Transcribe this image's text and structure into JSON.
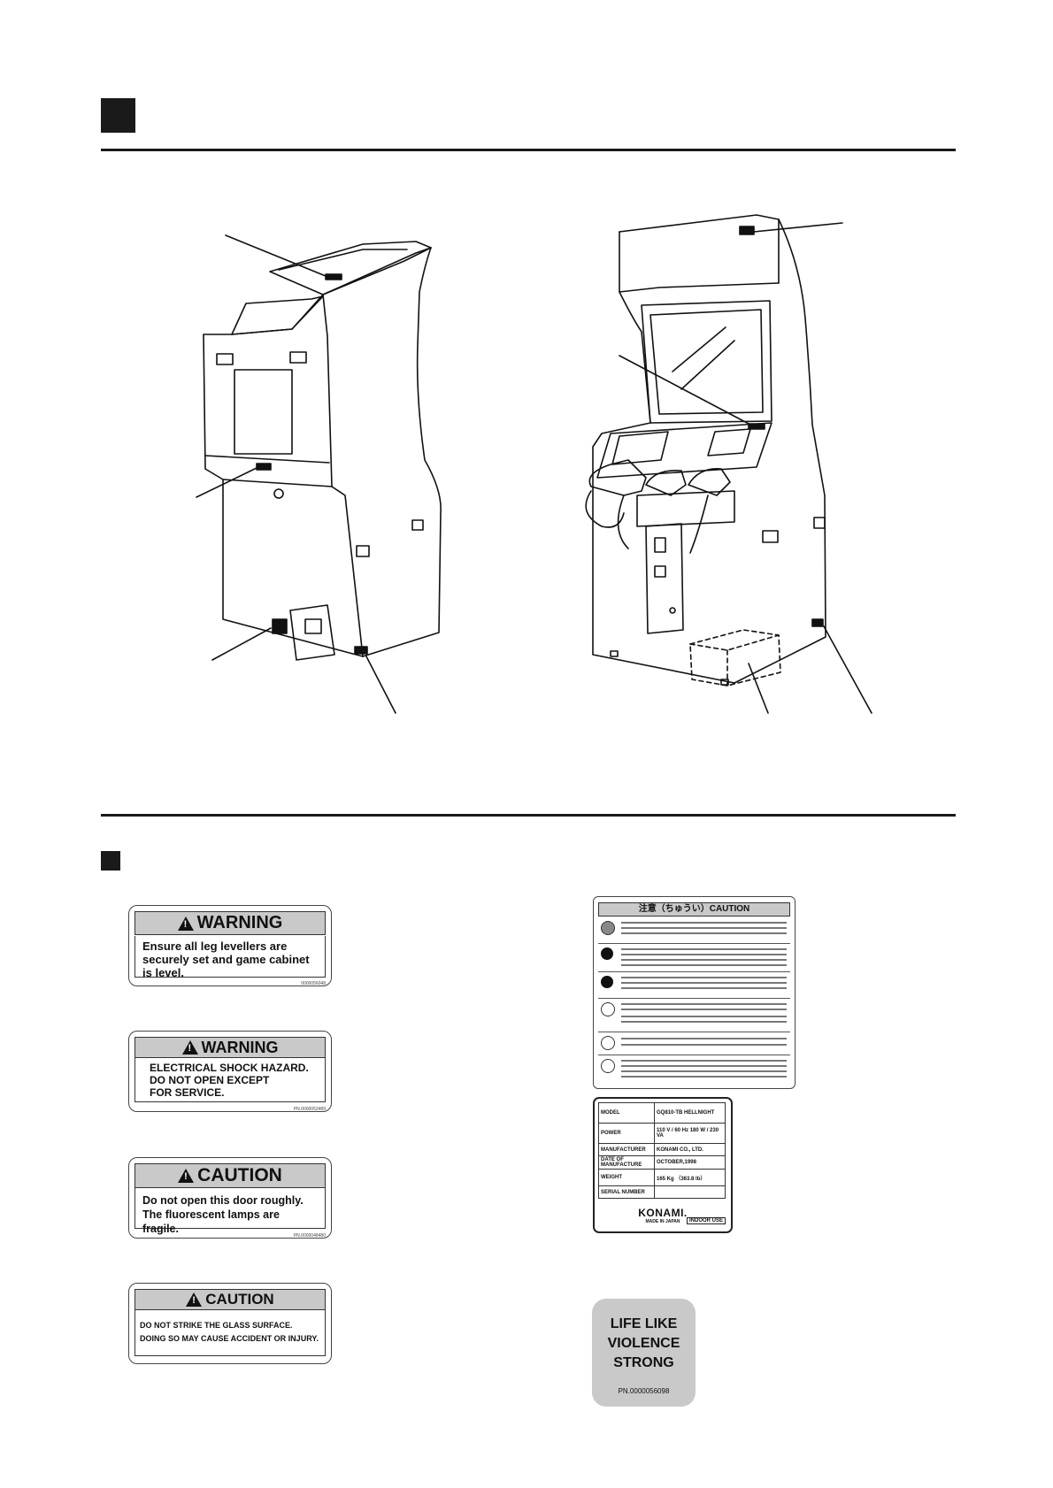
{
  "labels": {
    "leg_warning": {
      "header": "WARNING",
      "lines": [
        "Ensure all leg levellers are",
        "securely set and game cabinet",
        "is level."
      ],
      "pn": "0000056048"
    },
    "shock_warning": {
      "header": "WARNING",
      "lines": [
        "ELECTRICAL SHOCK HAZARD.",
        "DO NOT OPEN EXCEPT",
        "FOR SERVICE."
      ],
      "pn": "PN.0000052489"
    },
    "door_caution": {
      "header": "CAUTION",
      "lines": [
        "Do not open this door roughly.",
        "The fluorescent lamps are fragile."
      ],
      "pn": "PN.0000048480"
    },
    "glass_caution": {
      "header": "CAUTION",
      "lines": [
        "DO NOT STRIKE THE GLASS SURFACE.",
        "DOING SO MAY CAUSE ACCIDENT OR INJURY."
      ]
    }
  },
  "caution_sheet": {
    "title": "注意（ちゅうい）CAUTION",
    "icon_colors": [
      "#888888",
      "#111111",
      "#111111",
      "#ffffff",
      "#ffffff",
      "#ffffff"
    ]
  },
  "model_plate": {
    "rows": [
      {
        "label": "MODEL",
        "value": "GQ810-TB HELLNIGHT"
      },
      {
        "label": "POWER",
        "value": "110 V / 60 Hz  180 W / 230 VA"
      },
      {
        "label": "MANUFACTURER",
        "value": "KONAMI CO., LTD."
      },
      {
        "label": "DATE OF MANUFACTURE",
        "value": "OCTOBER,1998"
      },
      {
        "label": "WEIGHT",
        "value": "165 Kg （363.8 lb）"
      },
      {
        "label": "SERIAL NUMBER",
        "value": ""
      }
    ],
    "brand": "KONAMI.",
    "made_in": "MADE IN JAPAN",
    "indoor": "INDOOR USE"
  },
  "rating_sticker": {
    "lines": [
      "LIFE LIKE",
      "VIOLENCE",
      "STRONG"
    ],
    "pn": "PN.0000056098"
  }
}
